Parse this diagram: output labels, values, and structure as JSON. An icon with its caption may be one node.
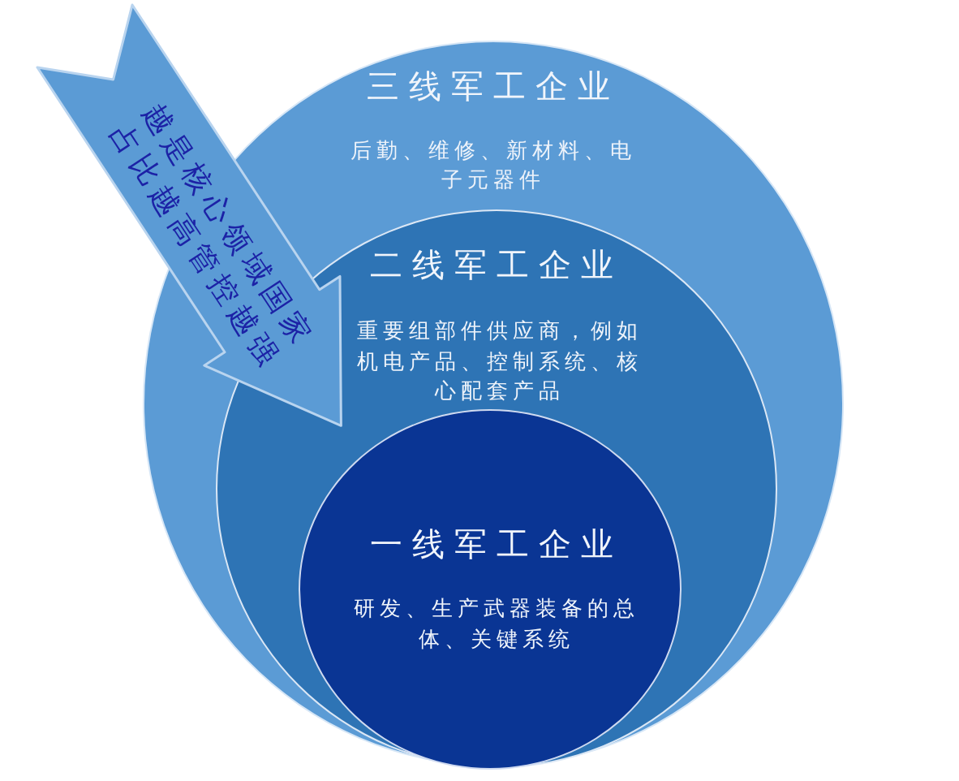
{
  "diagram": {
    "nodes": [
      {
        "text": [
          "三线军工企业",
          "后勤、维修、新材料、电子元器件"
        ]
      },
      {
        "text": [
          "二线军工企业",
          "重要组部件供应商，例如机电产品、控制系统、核心配套产品"
        ],
        "in": 0
      },
      {
        "text": [
          "一线军工企业",
          "研发、生产武器装备的总体、关键系统"
        ],
        "in": 1
      },
      {
        "text": [
          "越是核心领域国家占比越高管控越强"
        ]
      }
    ]
  }
}
